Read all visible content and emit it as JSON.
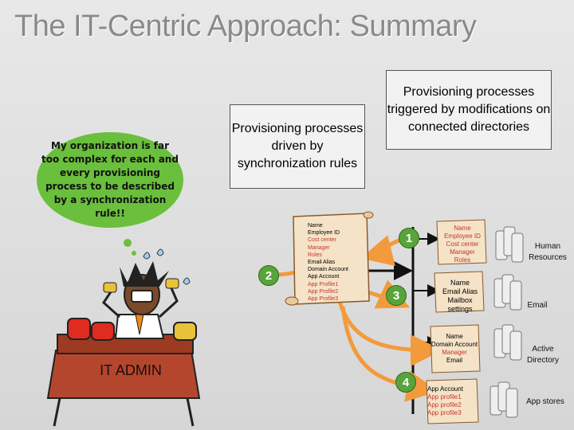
{
  "title": "The IT-Centric Approach: Summary",
  "callout_it_admin": "My organization is far too complex for each and every provisioning process to be described by a synchronization rule!!",
  "box_sync_rules": "Provisioning processes driven by synchronization rules",
  "box_triggered": "Provisioning processes triggered by modifications on connected directories",
  "it_admin_label": "IT ADMIN",
  "main_scroll": [
    "Name",
    "Employee ID",
    "Cost center",
    "Manager",
    "Roles",
    "Email Alias",
    "Domain Account",
    "App Account",
    "App Profile1",
    "App Profile2",
    "App Profile3"
  ],
  "main_scroll_red": [
    "Cost center",
    "Manager",
    "Roles",
    "App Profile1",
    "App Profile2",
    "App Profile3"
  ],
  "numbers": [
    "1",
    "2",
    "3",
    "4"
  ],
  "group_hr_attrs": [
    "Name",
    "Employee ID",
    "Cost center",
    "Manager",
    "Roles"
  ],
  "group_email_attrs": [
    "Name",
    "Email Alias",
    "Mailbox settings"
  ],
  "group_ad_attrs": [
    "Name",
    "Domain Account",
    "Manager",
    "Email"
  ],
  "group_app_attrs": [
    "App Account",
    "App profile1",
    "App profile2",
    "App profile3"
  ],
  "target_hr": "Human Resources",
  "target_email": "Email",
  "target_ad": "Active Directory",
  "target_app": "App stores",
  "colors": {
    "green": "#58a43a",
    "red_text": "#c0392b",
    "box_fill": "#f2f2f2",
    "scroll_fill": "#f5e3c8"
  }
}
